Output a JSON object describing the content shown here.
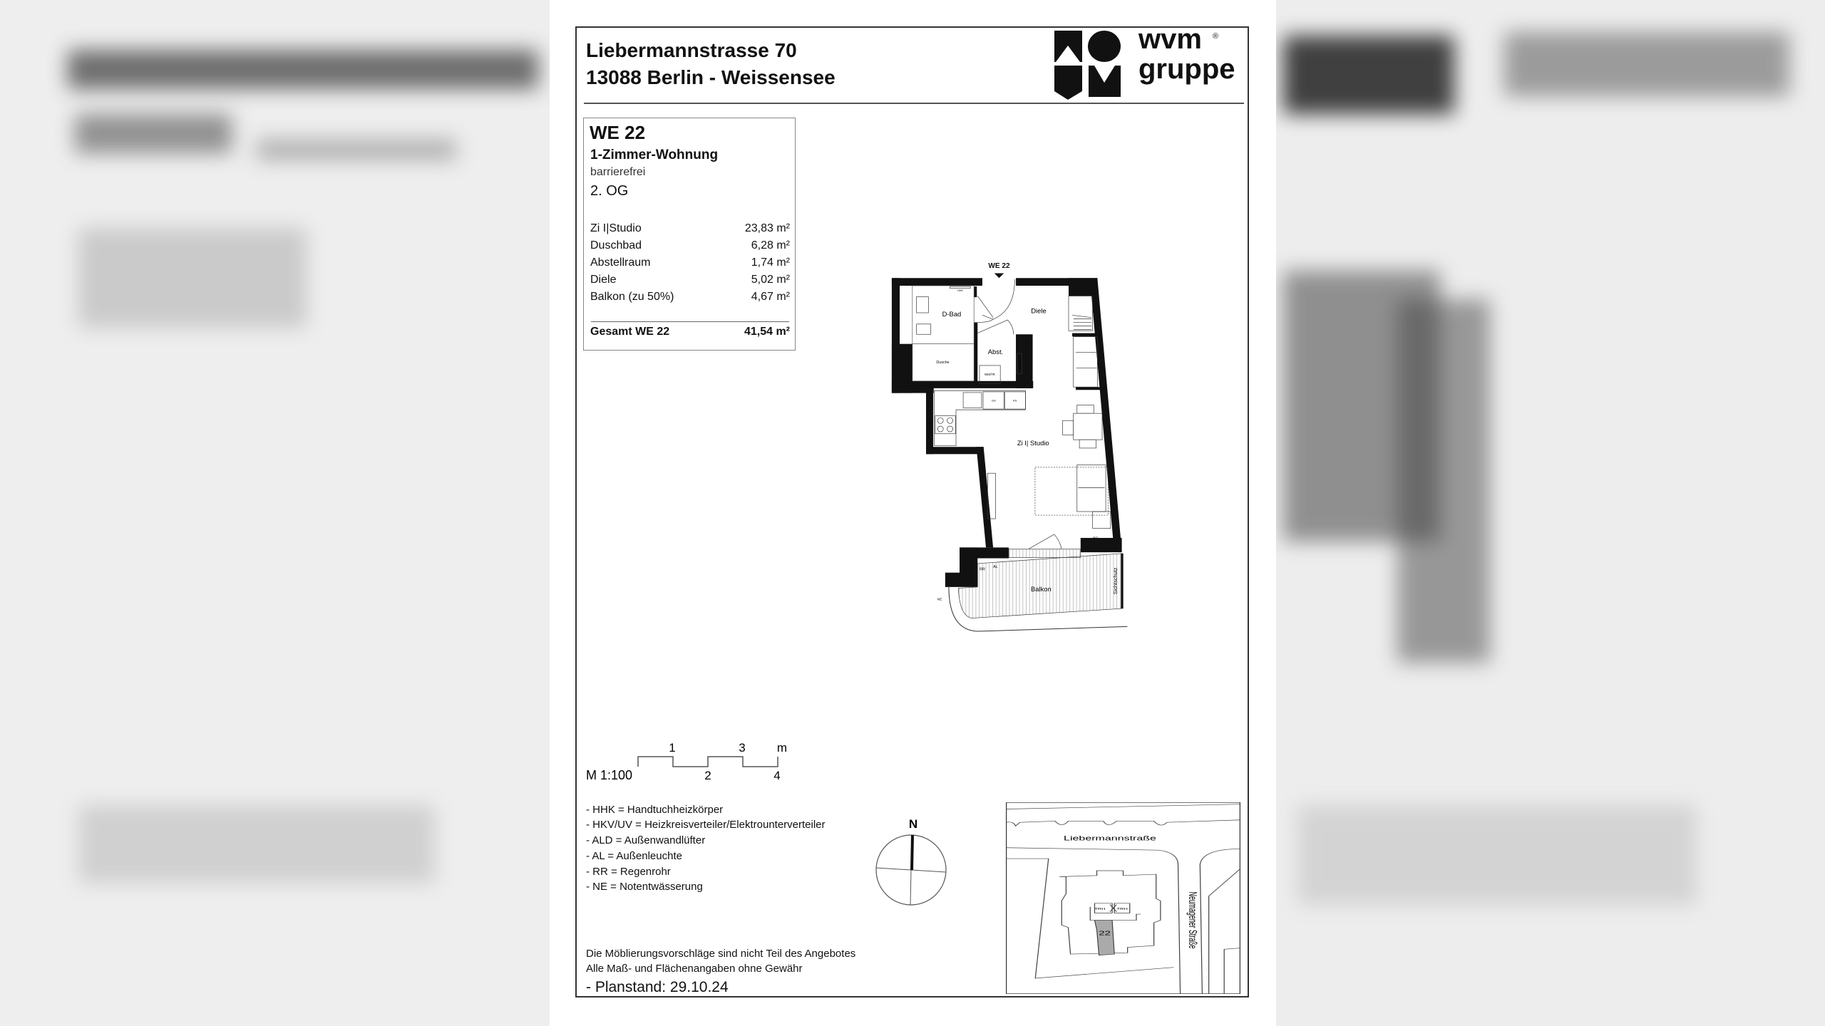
{
  "header": {
    "address_line1": "Liebermannstrasse 70",
    "address_line2": "13088 Berlin - Weissensee"
  },
  "logo": {
    "text_top": "wvm",
    "text_bottom": "gruppe",
    "registered": "®"
  },
  "unit": {
    "id": "WE 22",
    "type": "1-Zimmer-Wohnung",
    "accessibility": "barrierefrei",
    "floor": "2. OG",
    "rooms": [
      {
        "name": "Zi I|Studio",
        "area": "23,83 m²"
      },
      {
        "name": "Duschbad",
        "area": "6,28 m²"
      },
      {
        "name": "Abstellraum",
        "area": "1,74 m²"
      },
      {
        "name": "Diele",
        "area": "5,02 m²"
      },
      {
        "name": "Balkon (zu 50%)",
        "area": "4,67 m²"
      }
    ],
    "total_label": "Gesamt WE 22",
    "total_area": "41,54 m²"
  },
  "plan": {
    "entrance": "WE 22",
    "rooms": {
      "bath": "D-Bad",
      "hall": "Diele",
      "storage": "Abst.",
      "shower": "Dusche",
      "studio": "Zi I| Studio",
      "balcony": "Balkon"
    },
    "fixtures": {
      "towel_heater": "HHK",
      "washer": "WM/TR",
      "distributor": "HKV/UV",
      "dishwasher": "GS",
      "fridge": "KS",
      "rain_pipe": "RR",
      "outdoor_light": "AL",
      "drain": "NE",
      "vent": "ALD",
      "privacy_screen": "Sichtschutz"
    }
  },
  "scale": {
    "label": "M 1:100",
    "ticks_top": [
      "1",
      "3",
      "m"
    ],
    "ticks_bottom": [
      "2",
      "4"
    ]
  },
  "legend": [
    "- HHK = Handtuchheizkörper",
    "- HKV/UV = Heizkreisverteiler/Elektrounterverteiler",
    "- ALD = Außenwandlüfter",
    "- AL = Außenleuchte",
    "- RR = Regenrohr",
    "- NE = Notentwässerung"
  ],
  "compass": {
    "north": "N"
  },
  "site_map": {
    "street1": "Liebermannstraße",
    "street2": "Neumagener Straße",
    "unit_number": "22",
    "stair1": "TRH",
    "stair2": "TRH"
  },
  "notes": [
    "Die Möblierungsvorschläge sind nicht Teil des Angebotes",
    "Alle Maß- und Flächenangaben ohne Gewähr"
  ],
  "plan_date": "- Planstand: 29.10.24"
}
